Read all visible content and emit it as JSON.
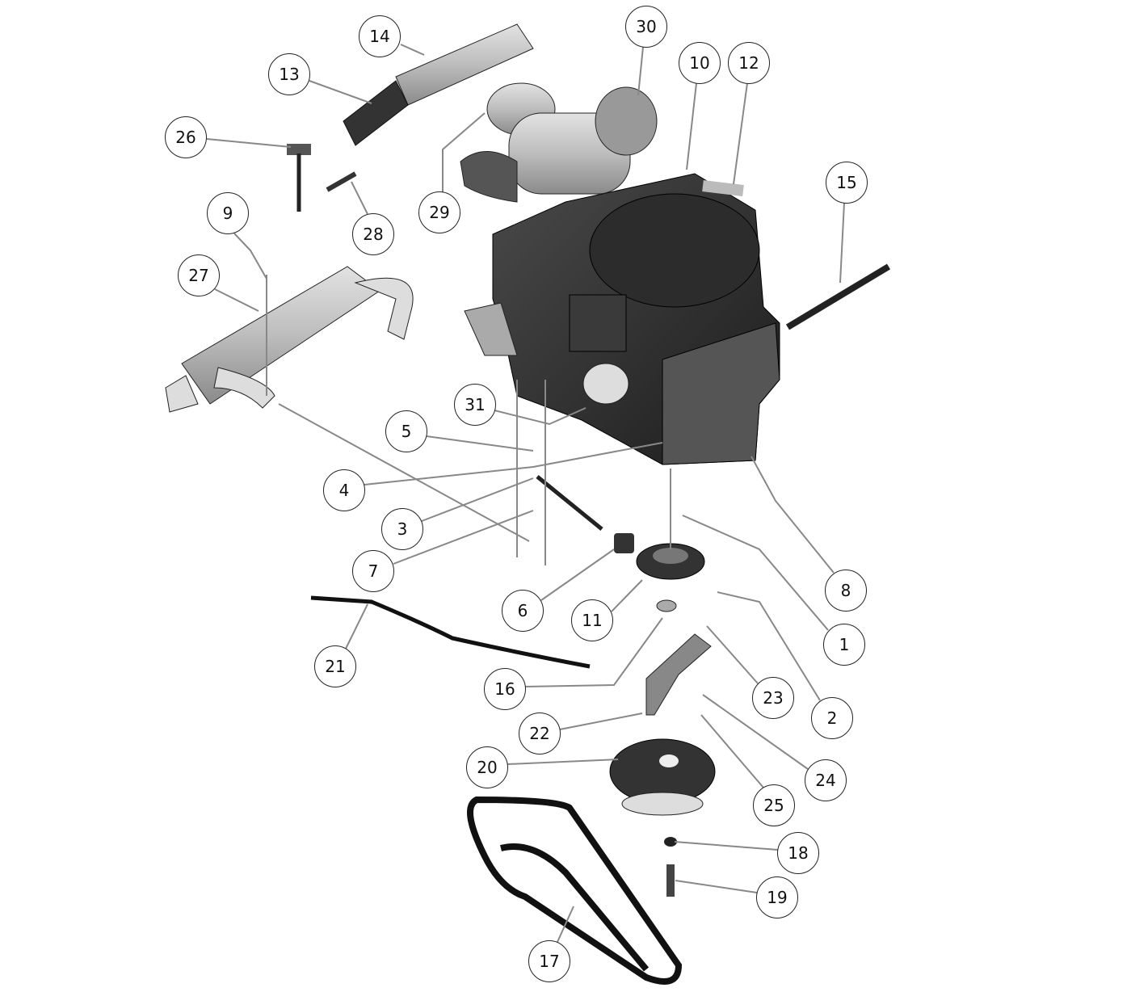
{
  "diagram": {
    "type": "exploded parts diagram",
    "callouts": [
      {
        "id": "1",
        "label": "1"
      },
      {
        "id": "2",
        "label": "2"
      },
      {
        "id": "3",
        "label": "3"
      },
      {
        "id": "4",
        "label": "4"
      },
      {
        "id": "5",
        "label": "5"
      },
      {
        "id": "6",
        "label": "6"
      },
      {
        "id": "7",
        "label": "7"
      },
      {
        "id": "8",
        "label": "8"
      },
      {
        "id": "9",
        "label": "9"
      },
      {
        "id": "10",
        "label": "10"
      },
      {
        "id": "11",
        "label": "11"
      },
      {
        "id": "12",
        "label": "12"
      },
      {
        "id": "13",
        "label": "13"
      },
      {
        "id": "14",
        "label": "14"
      },
      {
        "id": "15",
        "label": "15"
      },
      {
        "id": "16",
        "label": "16"
      },
      {
        "id": "17",
        "label": "17"
      },
      {
        "id": "18",
        "label": "18"
      },
      {
        "id": "19",
        "label": "19"
      },
      {
        "id": "20",
        "label": "20"
      },
      {
        "id": "21",
        "label": "21"
      },
      {
        "id": "22",
        "label": "22"
      },
      {
        "id": "23",
        "label": "23"
      },
      {
        "id": "24",
        "label": "24"
      },
      {
        "id": "25",
        "label": "25"
      },
      {
        "id": "26",
        "label": "26"
      },
      {
        "id": "27",
        "label": "27"
      },
      {
        "id": "28",
        "label": "28"
      },
      {
        "id": "29",
        "label": "29"
      },
      {
        "id": "30",
        "label": "30"
      },
      {
        "id": "31",
        "label": "31"
      }
    ]
  }
}
